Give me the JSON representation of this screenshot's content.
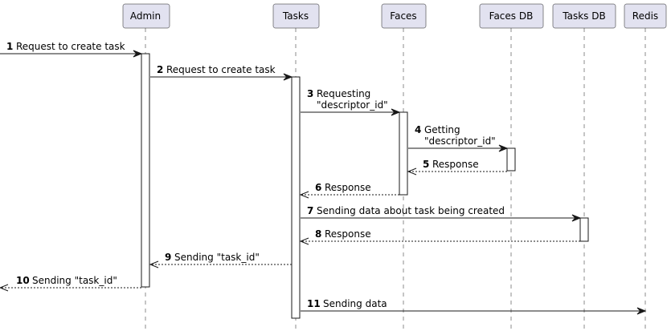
{
  "participants": [
    {
      "id": "admin",
      "label": "Admin"
    },
    {
      "id": "tasks",
      "label": "Tasks"
    },
    {
      "id": "faces",
      "label": "Faces"
    },
    {
      "id": "faces_db",
      "label": "Faces DB"
    },
    {
      "id": "tasks_db",
      "label": "Tasks DB"
    },
    {
      "id": "redis",
      "label": "Redis"
    }
  ],
  "messages": [
    {
      "num": "1",
      "from": "external",
      "to": "admin",
      "lines": [
        "Request to create task"
      ],
      "style": "solid"
    },
    {
      "num": "2",
      "from": "admin",
      "to": "tasks",
      "lines": [
        "Request to create task"
      ],
      "style": "solid"
    },
    {
      "num": "3",
      "from": "tasks",
      "to": "faces",
      "lines": [
        "Requesting",
        "\"descriptor_id\""
      ],
      "style": "solid"
    },
    {
      "num": "4",
      "from": "faces",
      "to": "faces_db",
      "lines": [
        "Getting",
        "\"descriptor_id\""
      ],
      "style": "solid"
    },
    {
      "num": "5",
      "from": "faces_db",
      "to": "faces",
      "lines": [
        "Response"
      ],
      "style": "dashed"
    },
    {
      "num": "6",
      "from": "faces",
      "to": "tasks",
      "lines": [
        "Response"
      ],
      "style": "dashed"
    },
    {
      "num": "7",
      "from": "tasks",
      "to": "tasks_db",
      "lines": [
        "Sending data about task being created"
      ],
      "style": "solid"
    },
    {
      "num": "8",
      "from": "tasks_db",
      "to": "tasks",
      "lines": [
        "Response"
      ],
      "style": "dashed"
    },
    {
      "num": "9",
      "from": "tasks",
      "to": "admin",
      "lines": [
        "Sending \"task_id\""
      ],
      "style": "dashed"
    },
    {
      "num": "10",
      "from": "admin",
      "to": "external",
      "lines": [
        "Sending \"task_id\""
      ],
      "style": "dashed"
    },
    {
      "num": "11",
      "from": "tasks",
      "to": "redis",
      "lines": [
        "Sending data"
      ],
      "style": "solid"
    }
  ]
}
